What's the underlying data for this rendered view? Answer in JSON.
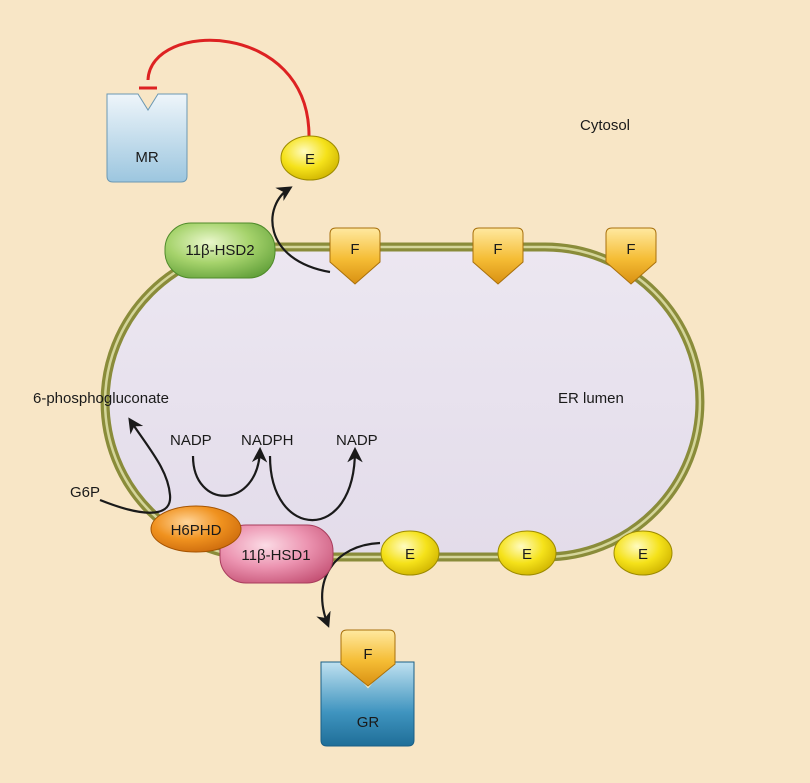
{
  "compartments": {
    "cytosol": "Cytosol",
    "er_lumen": "ER lumen"
  },
  "receptors": {
    "mr": "MR",
    "gr": "GR"
  },
  "enzymes": {
    "hsd2": "11β-HSD2",
    "hsd1": "11β-HSD1",
    "h6phd": "H6PHD"
  },
  "molecules": {
    "cortisol": "F",
    "cortisone": "E"
  },
  "metabolites": {
    "g6p": "G6P",
    "phosphogluconate": "6-phosphogluconate",
    "nadp_in": "NADP",
    "nadph": "NADPH",
    "nadp_out": "NADP"
  },
  "colors": {
    "background": "#f8e6c6",
    "er_fill": "#e7e1ec",
    "er_membrane": "#8a8c3a",
    "inhibition": "#dd2222",
    "arrow": "#1a1a1a",
    "hsd2": "#8fc45a",
    "hsd1": "#e27a9a",
    "h6phd": "#e27f1c",
    "cortisol": "#f2b628",
    "cortisone": "#f2dc16",
    "receptor": "#5fa4c8"
  }
}
